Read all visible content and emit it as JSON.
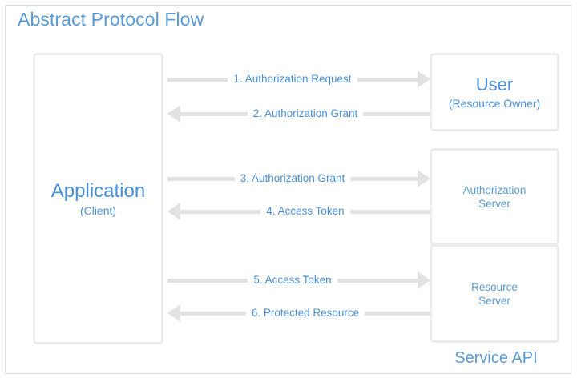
{
  "diagram": {
    "title": "Abstract Protocol Flow",
    "group_label": "Service API",
    "colors": {
      "accent_blue": "#4a90d9",
      "title_blue": "#5b9bd5",
      "line_gray": "#e2e2e2",
      "border_gray": "#ececec",
      "background": "#ffffff"
    }
  },
  "nodes": {
    "application": {
      "title": "Application",
      "subtitle": "(Client)"
    },
    "user": {
      "title": "User",
      "subtitle": "(Resource Owner)"
    },
    "authorization_server": {
      "line1": "Authorization",
      "line2": "Server"
    },
    "resource_server": {
      "line1": "Resource",
      "line2": "Server"
    }
  },
  "flows": [
    {
      "step": "1.",
      "label": "Authorization Request",
      "full": "1. Authorization Request",
      "direction": "right",
      "from": "application",
      "to": "user"
    },
    {
      "step": "2.",
      "label": "Authorization Grant",
      "full": "2. Authorization Grant",
      "direction": "left",
      "from": "user",
      "to": "application"
    },
    {
      "step": "3.",
      "label": "Authorization Grant",
      "full": "3. Authorization Grant",
      "direction": "right",
      "from": "application",
      "to": "authorization_server"
    },
    {
      "step": "4.",
      "label": "Access Token",
      "full": "4. Access Token",
      "direction": "left",
      "from": "authorization_server",
      "to": "application"
    },
    {
      "step": "5.",
      "label": "Access Token",
      "full": "5. Access Token",
      "direction": "right",
      "from": "application",
      "to": "resource_server"
    },
    {
      "step": "6.",
      "label": "Protected Resource",
      "full": "6. Protected Resource",
      "direction": "left",
      "from": "resource_server",
      "to": "application"
    }
  ]
}
